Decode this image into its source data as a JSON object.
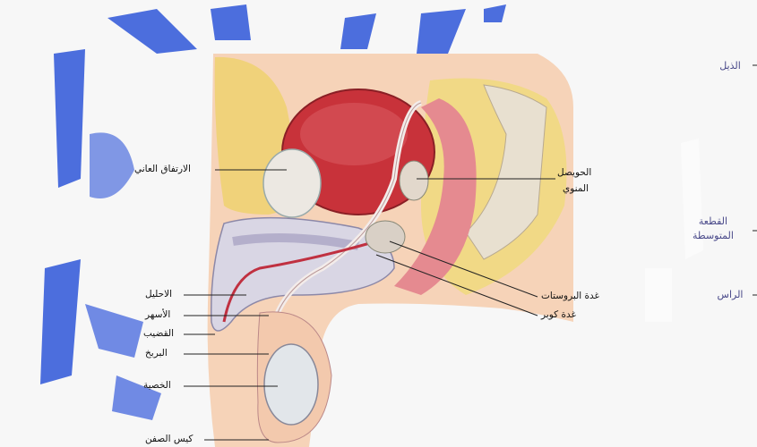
{
  "labels": {
    "pubic_symphysis": "الارتفاق العاني",
    "seminal_vesicle_1": "الحويصل",
    "seminal_vesicle_2": "المنوي",
    "urethra": "الاحليل",
    "vas_deferens": "الأسهر",
    "penis": "القضيب",
    "epididymis": "البربخ",
    "testis": "الخصية",
    "scrotum": "كيس الصفن",
    "prostate": "غدة البروستات",
    "cowper": "غدة كوبر"
  },
  "side_labels": {
    "tail": "الذيل",
    "middle_1": "القطعة",
    "middle_2": "المتوسطة",
    "head": "الراس"
  },
  "colors": {
    "watermark": "#2e55d9",
    "bladder": "#c8323a",
    "fat": "#f0d27a",
    "skin": "#f6d3b8",
    "bone": "#e8e0d0",
    "side_text": "#4a4a8a"
  }
}
